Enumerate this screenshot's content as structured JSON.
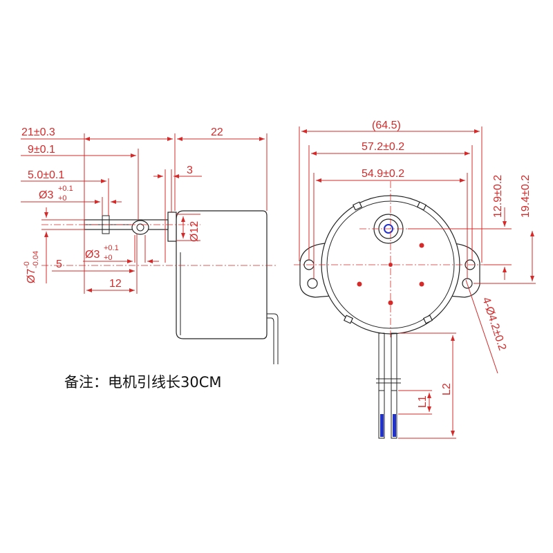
{
  "colors": {
    "dimension": "#d42a2a",
    "outline": "#222222",
    "wire_blue": "#2233cc",
    "background": "#ffffff"
  },
  "side_view": {
    "dim_21": "21±0.3",
    "dim_22": "22",
    "dim_9": "9±0.1",
    "dim_3": "3",
    "dim_5_0": "5.0±0.1",
    "dim_phi3_top_base": "Ø3",
    "dim_phi3_top_upper": "+0.1",
    "dim_phi3_top_lower": "+0",
    "dim_phi7_base": "Ø7",
    "dim_phi7_upper": "-0",
    "dim_phi7_lower": "-0.04",
    "dim_5": "5",
    "dim_phi3_bot_base": "Ø3",
    "dim_phi3_bot_upper": "+0.1",
    "dim_phi3_bot_lower": "+0",
    "dim_12": "12",
    "dim_phi12": "Ø12"
  },
  "front_view": {
    "dim_64_5": "(64.5)",
    "dim_57_2": "57.2±0.2",
    "dim_54_9": "54.9±0.2",
    "dim_12_9": "12.9±0.2",
    "dim_19_4": "19.4±0.2",
    "dim_holes": "4-Ø4.2±0.2",
    "dim_l1": "L1",
    "dim_l2": "L2"
  },
  "note": "备注：电机引线长30CM"
}
